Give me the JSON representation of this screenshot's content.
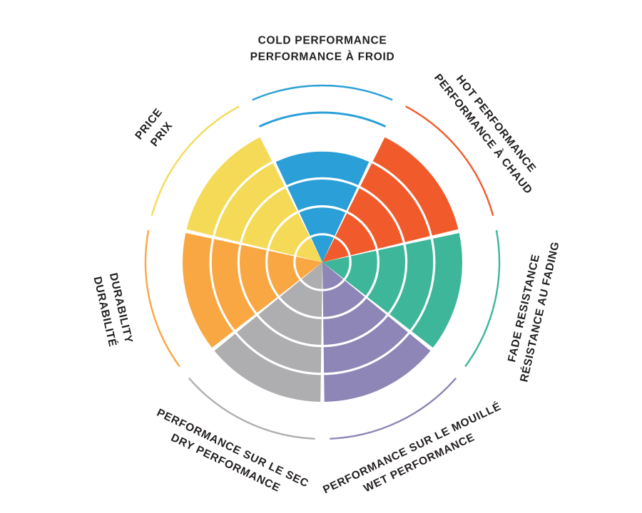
{
  "chart_data": {
    "type": "pie",
    "variant": "seven-sector-rating-wheel",
    "title": "",
    "rings": 5,
    "max_value": 5,
    "background": "#ffffff",
    "ring_color": "#ffffff",
    "text_color": "#231f20",
    "legend_position": "around-circle",
    "segments": [
      {
        "id": "cold-performance",
        "label_outer": "COLD PERFORMANCE",
        "label_inner": "PERFORMANCE À FROID",
        "value": 4,
        "color": "#2b9fd7"
      },
      {
        "id": "hot-performance",
        "label_outer": "HOT PERFORMANCE",
        "label_inner": "PERFORMANCE À CHAUD",
        "value": 5,
        "color": "#f15b2c"
      },
      {
        "id": "fade-resistance",
        "label_outer": "RÉSISTANCE AU FADING",
        "label_inner": "FADE RESISTANCE",
        "value": 5,
        "color": "#3eb69a"
      },
      {
        "id": "wet-performance",
        "label_outer": "WET PERFORMANCE",
        "label_inner": "PERFORMANCE SUR LE MOUILLÉ",
        "value": 5,
        "color": "#8d86b7"
      },
      {
        "id": "dry-performance",
        "label_outer": "DRY PERFORMANCE",
        "label_inner": "PERFORMANCE SUR LE SEC",
        "value": 5,
        "color": "#aeaeb0"
      },
      {
        "id": "durability",
        "label_outer": "DURABILITÉ",
        "label_inner": "DURABILITY",
        "value": 5,
        "color": "#f9a743"
      },
      {
        "id": "price",
        "label_outer": "PRICE",
        "label_inner": "PRIX",
        "value": 5,
        "color": "#f5da58"
      }
    ]
  }
}
